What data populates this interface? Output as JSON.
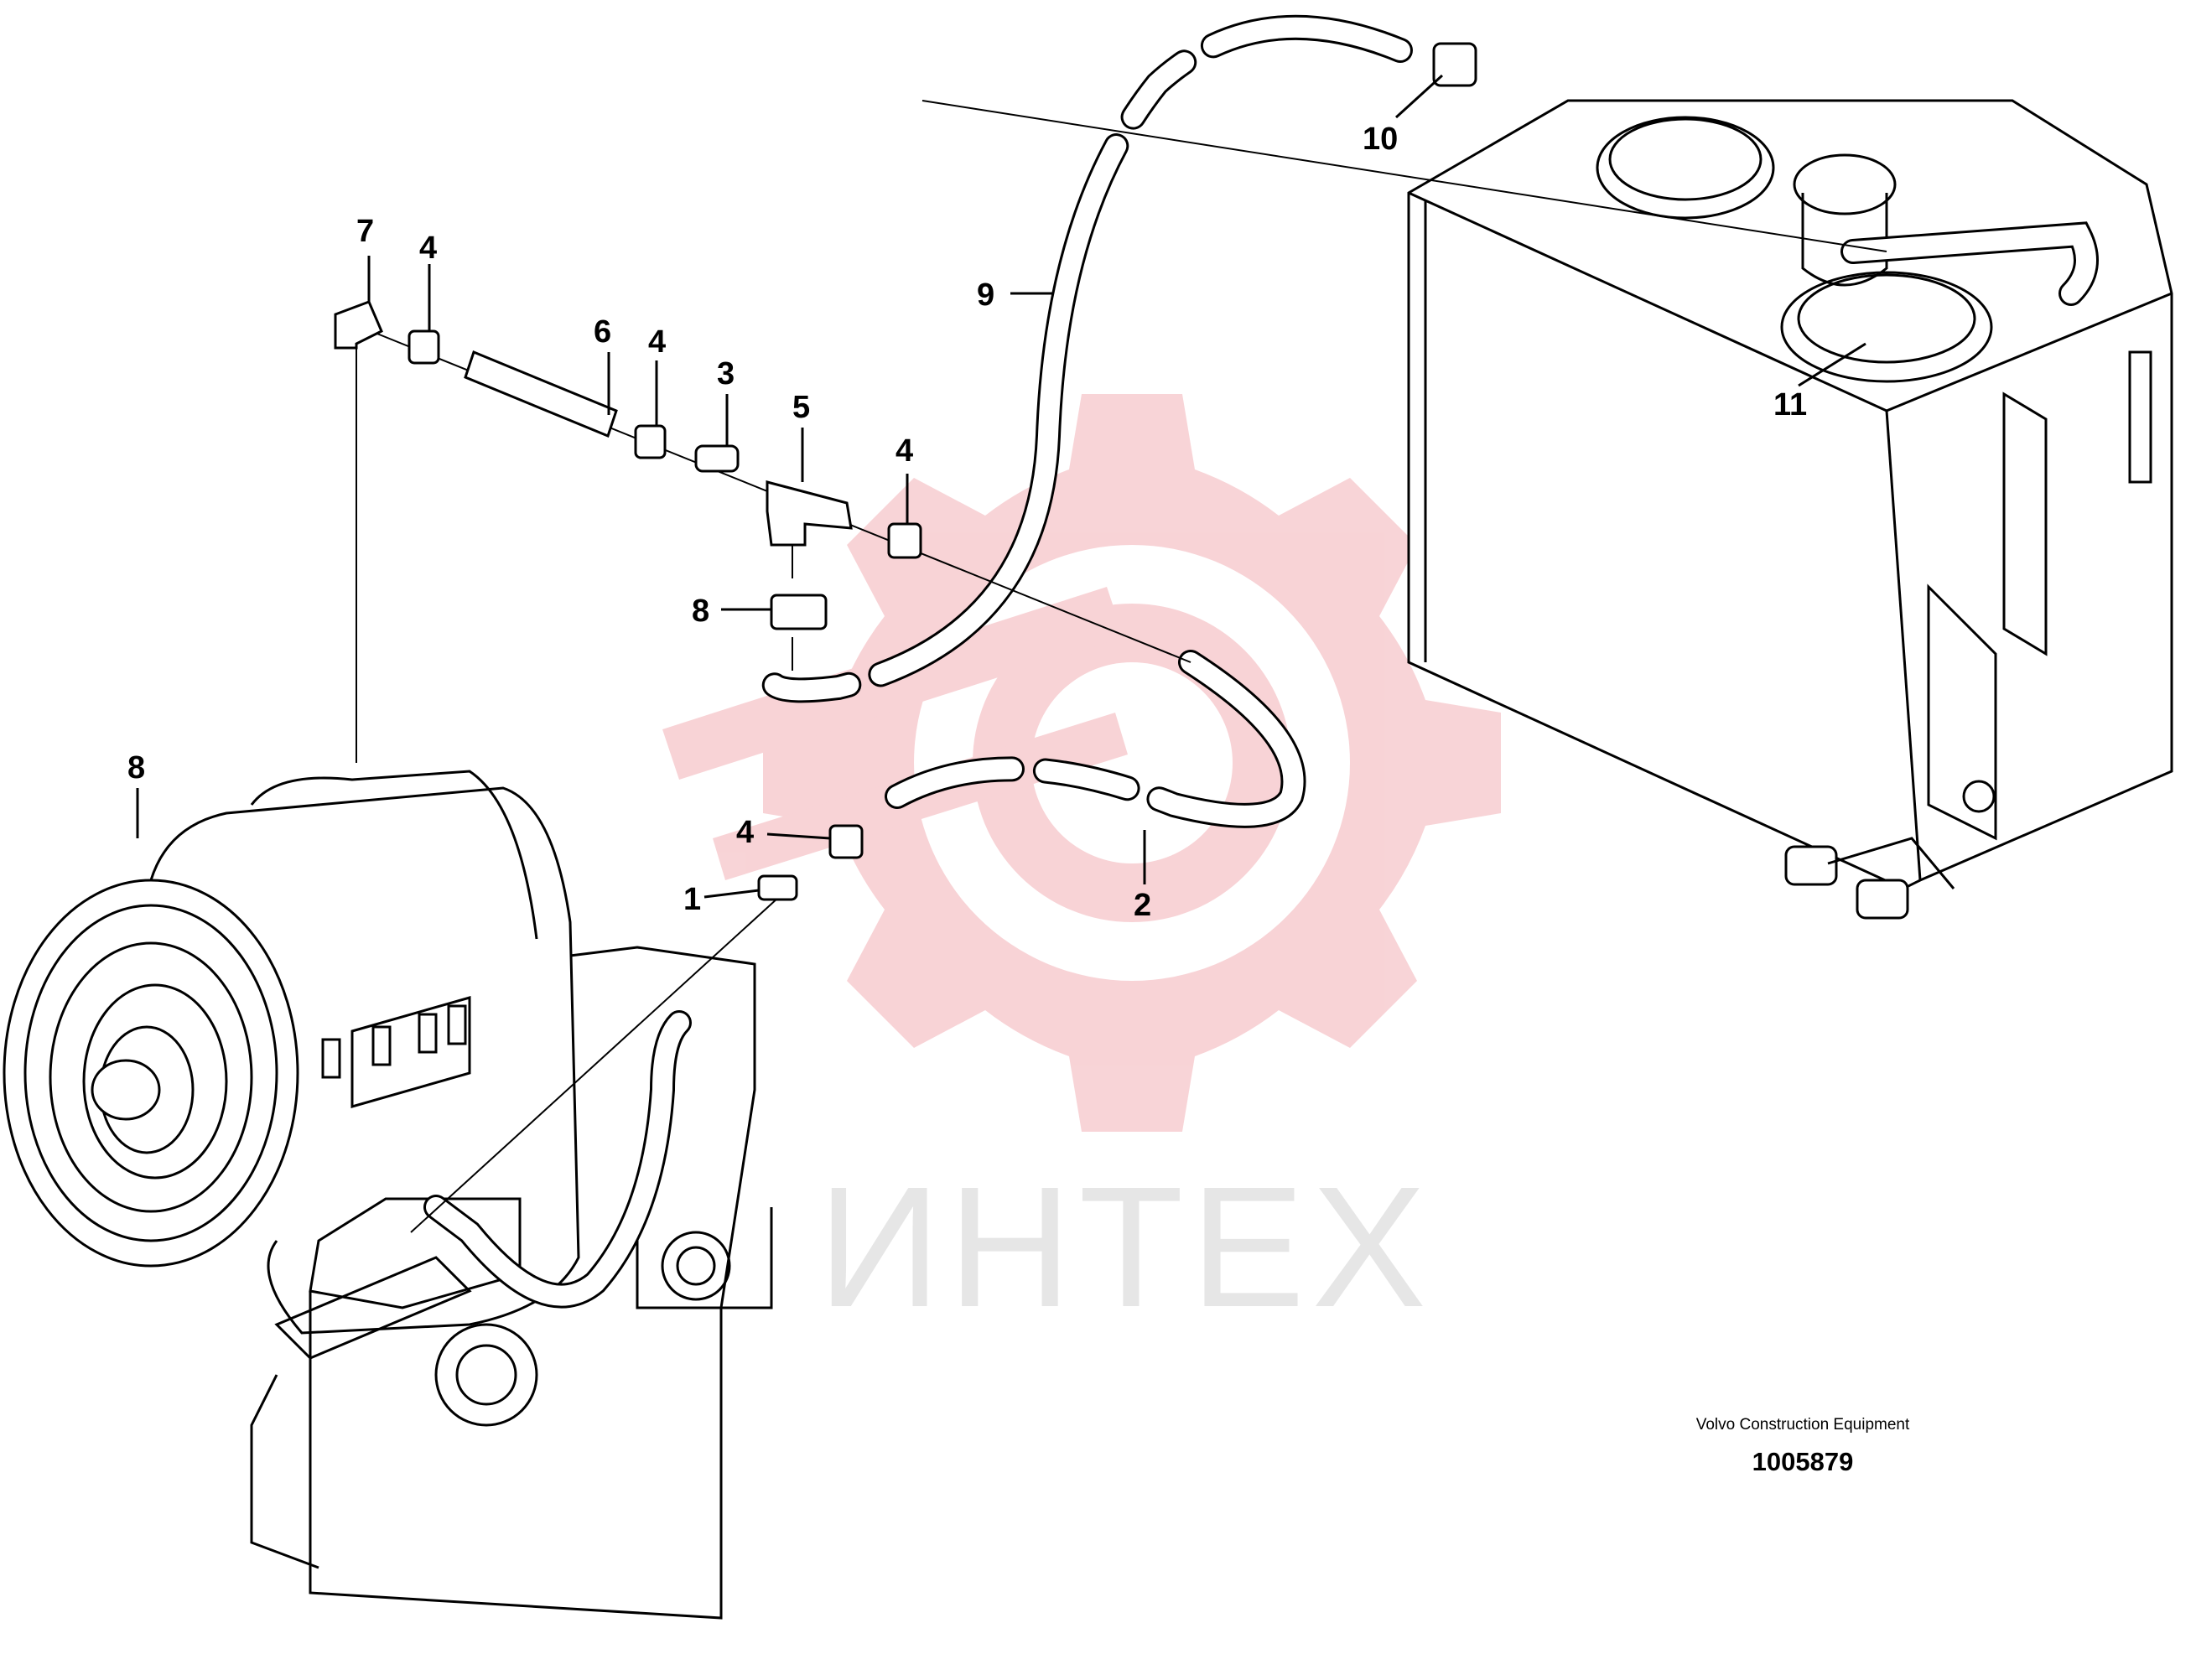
{
  "callouts": [
    {
      "label": "7"
    },
    {
      "label": "4"
    },
    {
      "label": "6"
    },
    {
      "label": "4"
    },
    {
      "label": "3"
    },
    {
      "label": "5"
    },
    {
      "label": "4"
    },
    {
      "label": "8"
    },
    {
      "label": "9"
    },
    {
      "label": "10"
    },
    {
      "label": "11"
    },
    {
      "label": "8"
    },
    {
      "label": "4"
    },
    {
      "label": "1"
    },
    {
      "label": "2"
    }
  ],
  "caption": {
    "maker": "Volvo Construction Equipment",
    "number": "1005879"
  },
  "watermark": {
    "text": "ИНТЕХ",
    "color": "#f5c6c9"
  }
}
